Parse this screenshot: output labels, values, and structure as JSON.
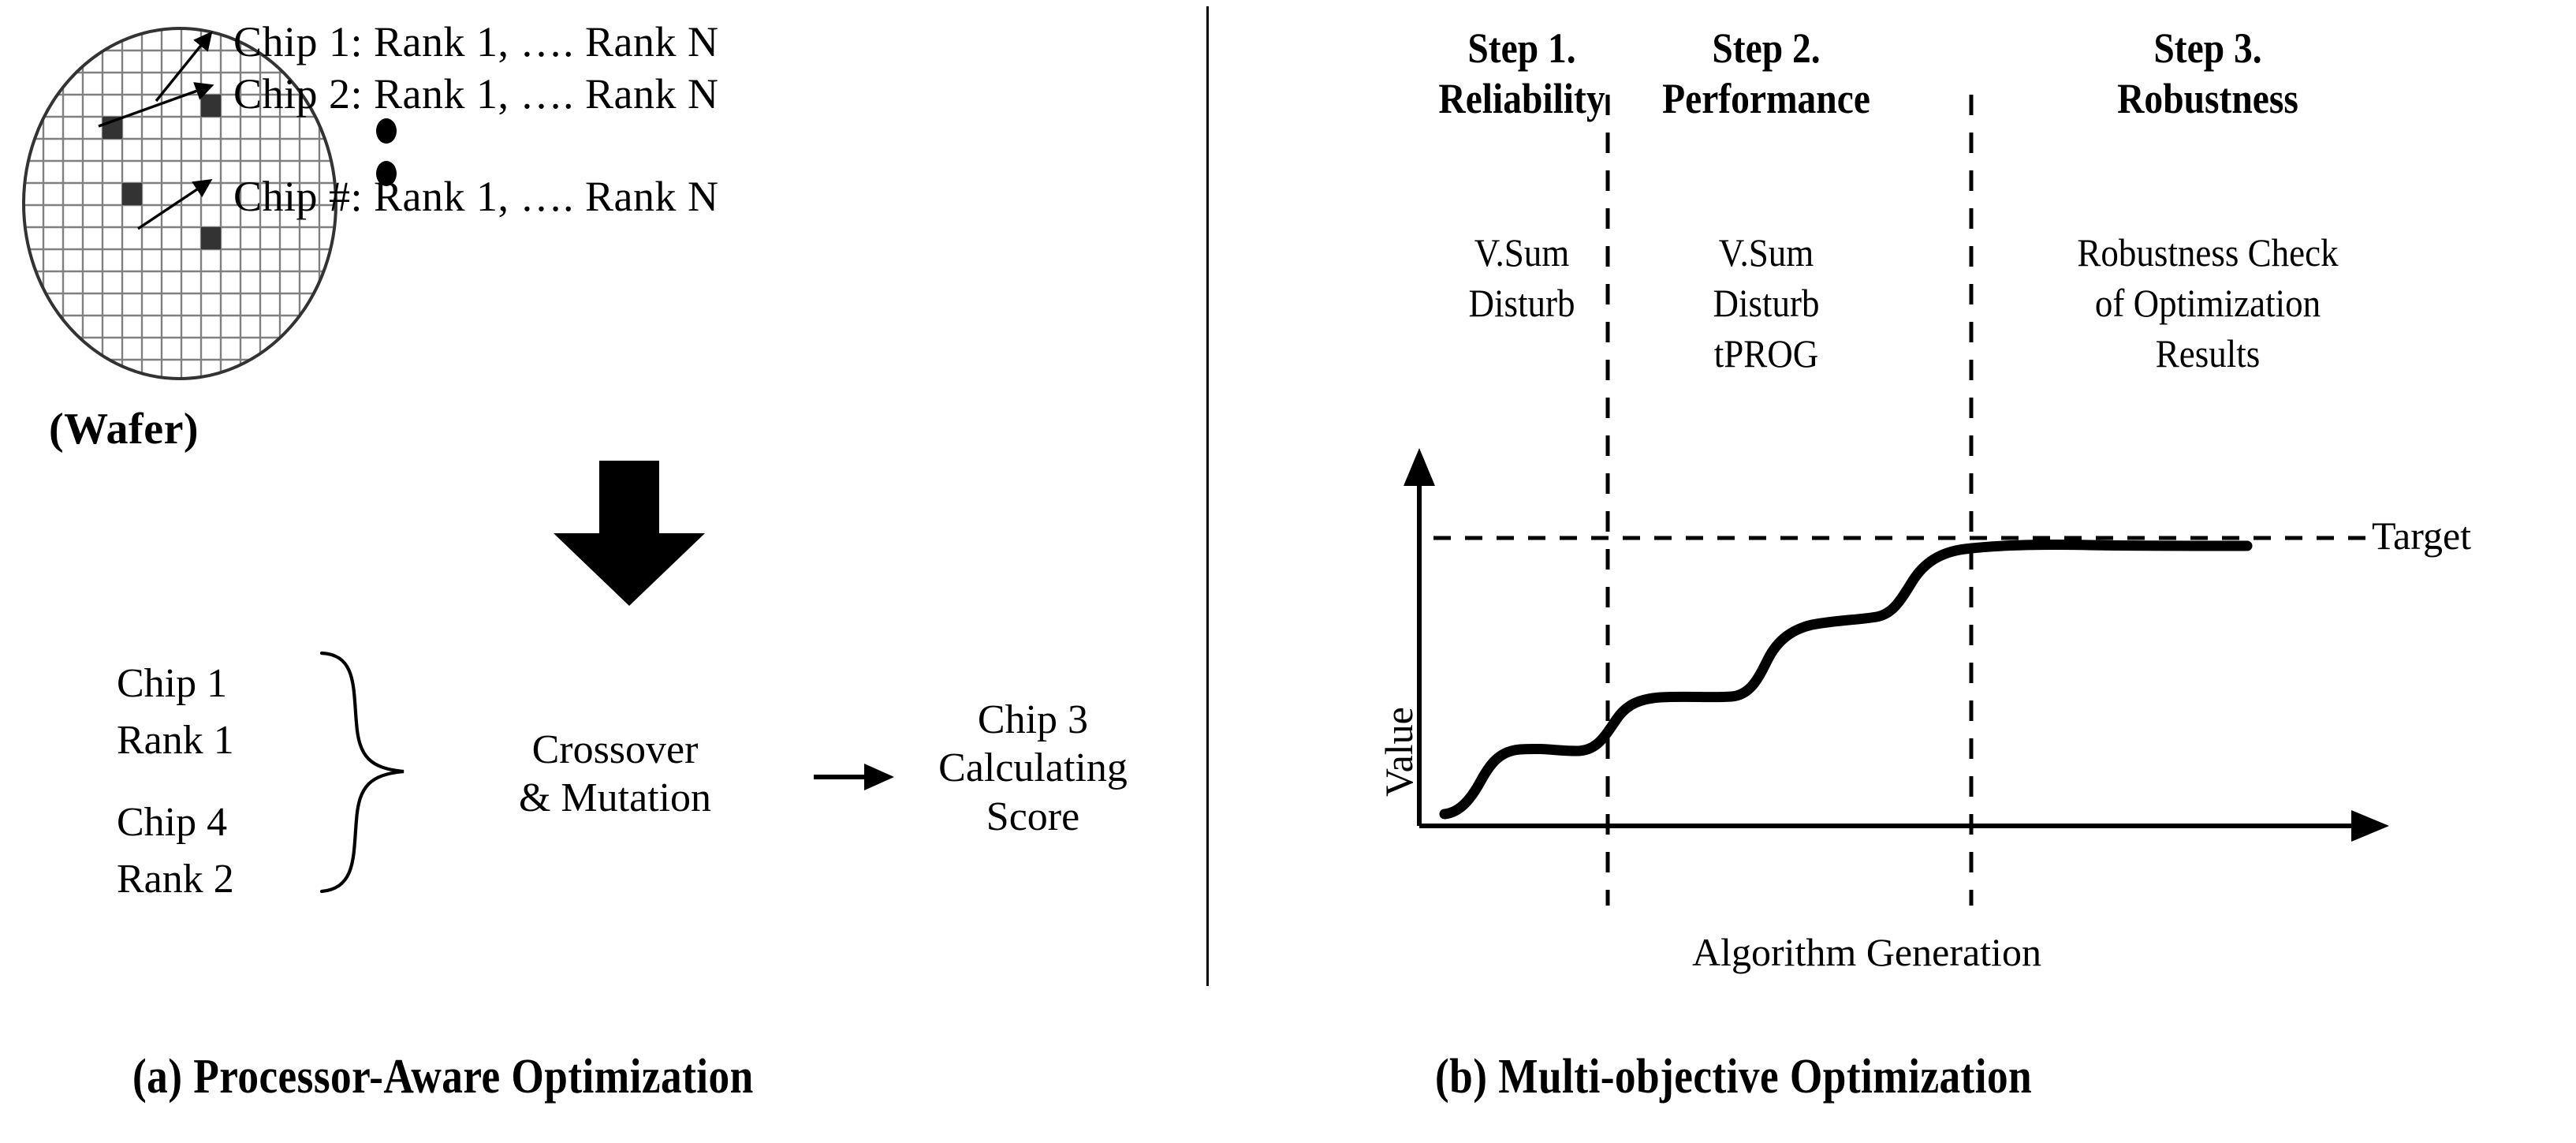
{
  "figure": {
    "panel_a": {
      "caption": "(a) Processor-Aware Optimization",
      "wafer_label": "(Wafer)",
      "chip_lines": [
        "Chip 1: Rank 1, …. Rank N",
        "Chip 2: Rank 1, …. Rank N",
        "Chip #: Rank 1, …. Rank N"
      ],
      "ellipsis": "⋮",
      "parents": [
        {
          "chip": "Chip 1",
          "rank": "Rank 1"
        },
        {
          "chip": "Chip 4",
          "rank": "Rank 2"
        }
      ],
      "operator": [
        "Crossover",
        "& Mutation"
      ],
      "offspring": [
        "Chip 3",
        "Calculating",
        "Score"
      ],
      "wafer": {
        "grid_cols": 16,
        "grid_rows": 16,
        "grid_color": "#808080",
        "outline_color": "#333333",
        "chip_color": "#333333",
        "marked_chips": [
          {
            "col": 9,
            "row": 4
          },
          {
            "col": 5,
            "row": 5
          },
          {
            "col": 6,
            "row": 8
          },
          {
            "col": 9,
            "row": 10
          }
        ]
      }
    },
    "panel_b": {
      "caption": "(b) Multi-objective Optimization",
      "steps": [
        {
          "title_line1": "Step 1.",
          "title_line2": "Reliability",
          "items": [
            "V.Sum",
            "Disturb"
          ]
        },
        {
          "title_line1": "Step 2.",
          "title_line2": "Performance",
          "items": [
            "V.Sum",
            "Disturb",
            "tPROG"
          ]
        },
        {
          "title_line1": "Step 3.",
          "title_line2": "Robustness",
          "items": [
            "Robustness Check",
            "of Optimization",
            "Results"
          ]
        }
      ],
      "chart_target_label": "Target"
    }
  },
  "chart_data": {
    "type": "line",
    "title": "",
    "xlabel": "Algorithm Generation",
    "ylabel": "Value",
    "grid": false,
    "legend": null,
    "xlim": [
      0,
      100
    ],
    "ylim": [
      0,
      100
    ],
    "annotations": [
      {
        "text": "Target",
        "type": "horizontal-threshold-line",
        "y": 86,
        "style": "dashed"
      },
      {
        "text": "",
        "type": "vertical-divider",
        "x": 33,
        "style": "dashed"
      },
      {
        "text": "",
        "type": "vertical-divider",
        "x": 67,
        "style": "dashed"
      }
    ],
    "series": [
      {
        "name": "Value vs Algorithm Generation",
        "x": [
          2,
          6,
          10,
          14,
          17,
          20,
          24,
          28,
          31,
          34,
          38,
          41,
          44,
          47,
          50,
          53,
          56,
          60,
          64,
          67,
          70,
          74,
          78,
          82,
          86,
          90,
          94,
          98
        ],
        "y": [
          8,
          11,
          17,
          24,
          27,
          27,
          28,
          33,
          37,
          38,
          38,
          38,
          40,
          48,
          55,
          57,
          58,
          60,
          62,
          63,
          68,
          78,
          84,
          86,
          87,
          87,
          87,
          87
        ]
      }
    ],
    "description": "Monotonic staircase curve rising in three plateau-separated steps toward a dashed horizontal Target line; two dashed vertical lines split the x axis into the three optimization steps."
  }
}
